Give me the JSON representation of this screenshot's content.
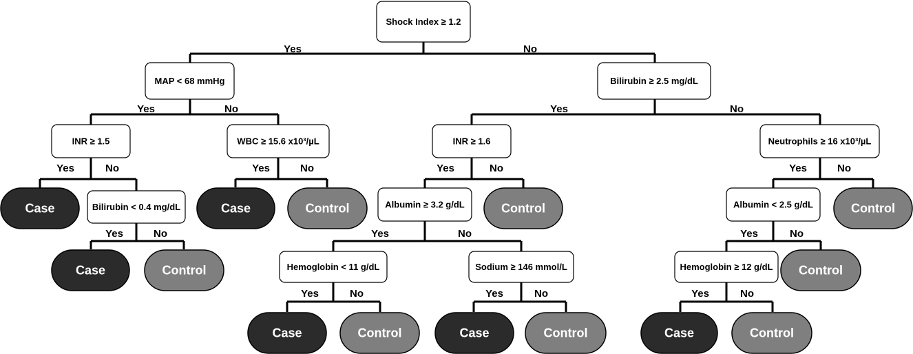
{
  "leaf_labels": {
    "case": "Case",
    "control": "Control"
  },
  "edge_labels": {
    "yes": "Yes",
    "no": "No"
  },
  "colors": {
    "case": "#2b2b2b",
    "control": "#7f7f7f",
    "line": "#000000",
    "box": "#ffffff"
  },
  "tree": {
    "root": "Shock Index ≥ 1.2",
    "map": "MAP < 68 mmHg",
    "bili25": "Bilirubin  ≥ 2.5 mg/dL",
    "inr15": "INR ≥ 1.5",
    "wbc": "WBC ≥ 15.6 x10³/µL",
    "inr16": "INR ≥ 1.6",
    "neut": "Neutrophils ≥ 16 x10³/µL",
    "bili04": "Bilirubin < 0.4 mg/dL",
    "alb32": "Albumin ≥ 3.2 g/dL",
    "alb25": "Albumin < 2.5 g/dL",
    "hgb11": "Hemoglobin < 11 g/dL",
    "sodium": "Sodium ≥ 146 mmol/L",
    "hgb12": "Hemoglobin ≥ 12 g/dL"
  }
}
